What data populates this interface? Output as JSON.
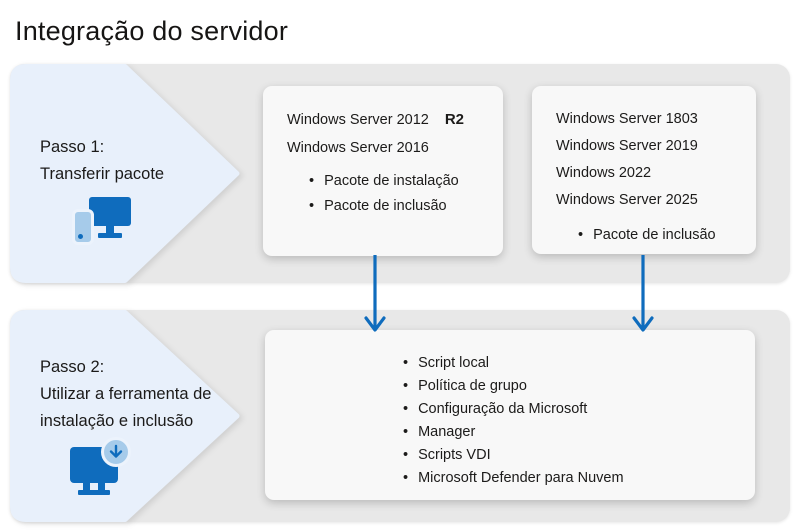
{
  "title": "Integração do servidor",
  "colors": {
    "accent_blue": "#0f6cbd",
    "light_blue": "#a6cbea",
    "chevron_fill": "#e8f0fb",
    "band_fill": "#e8e8e8",
    "card_fill": "#f8f8f8",
    "text": "#1c1b1a"
  },
  "step1": {
    "label_line1": "Passo 1:",
    "label_line2": "Transferir pacote",
    "icon": "devices-icon",
    "box_older": {
      "line1": "Windows Server 2012",
      "line1_suffix": "R2",
      "line2": "Windows Server 2016",
      "bullets": [
        "Pacote de instalação",
        "Pacote de inclusão"
      ]
    },
    "box_newer": {
      "lines": [
        "Windows Server 1803",
        "Windows Server 2019",
        "Windows 2022",
        "Windows Server 2025"
      ],
      "bullets": [
        "Pacote de inclusão"
      ]
    }
  },
  "step2": {
    "label_line1": "Passo 2:",
    "label_line2": "Utilizar a ferramenta de",
    "label_line3": "instalação e inclusão",
    "icon": "monitor-download-icon",
    "box_tools": {
      "bullets": [
        "Script local",
        "Política de grupo",
        "Configuração da Microsoft",
        "Manager",
        "Scripts VDI",
        "Microsoft Defender para Nuvem"
      ]
    }
  }
}
